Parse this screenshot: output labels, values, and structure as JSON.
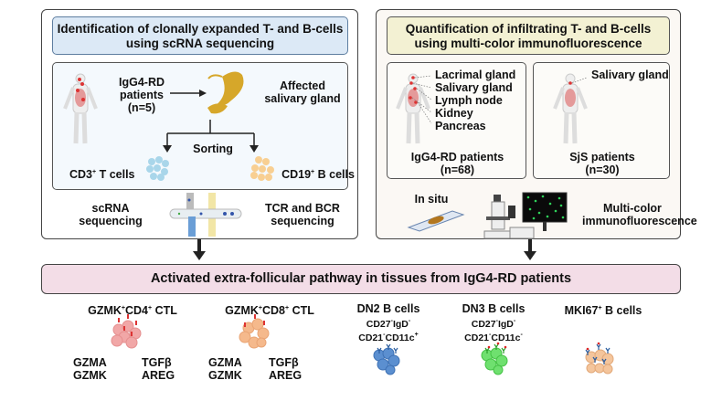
{
  "left_panel": {
    "title_line1": "Identification  of clonally expanded T- and B-cells",
    "title_line2": "using scRNA sequencing",
    "patients_line1": "IgG4-RD",
    "patients_line2": "patients",
    "patients_line3": "(n=5)",
    "affected_line1": "Affected",
    "affected_line2": "salivary gland",
    "sorting": "Sorting",
    "t_cells": {
      "prefix": "CD3",
      "sup": "+",
      "suffix": " T cells"
    },
    "b_cells": {
      "prefix": "CD19",
      "sup": "+",
      "suffix": " B cells"
    },
    "scrna_line1": "scRNA",
    "scrna_line2": "sequencing",
    "tcr_line1": "TCR and BCR",
    "tcr_line2": "sequencing"
  },
  "right_panel": {
    "title_line1": "Quantification of infiltrating T- and B-cells",
    "title_line2": "using multi-color immunofluorescence",
    "igg4_organs": [
      "Lacrimal gland",
      "Salivary gland",
      "Lymph node",
      "Kidney",
      "Pancreas"
    ],
    "igg4_patients_line1": "IgG4-RD patients",
    "igg4_patients_line2": "(n=68)",
    "sjs_organ": "Salivary gland",
    "sjs_patients_line1": "SjS patients",
    "sjs_patients_line2": "(n=30)",
    "in_situ": "In situ",
    "mif_line1": "Multi-color",
    "mif_line2": "immunofluorescence"
  },
  "banner": {
    "text": "Activated extra-follicular pathway in tissues from IgG4-RD patients"
  },
  "cell_types": [
    {
      "name_parts": [
        "GZMK",
        "+",
        "CD4",
        "+",
        " CTL"
      ],
      "left_markers": [
        "GZMA",
        "GZMK"
      ],
      "right_markers": [
        "TGFβ",
        "AREG"
      ],
      "color": "#f1a7a7"
    },
    {
      "name_parts": [
        "GZMK",
        "+",
        "CD8",
        "+",
        " CTL"
      ],
      "left_markers": [
        "GZMA",
        "GZMK"
      ],
      "right_markers": [
        "TGFβ",
        "AREG"
      ],
      "color": "#f5b98c"
    },
    {
      "name": "DN2 B cells",
      "markers_line1": [
        "CD27",
        "-",
        "IgD",
        "-"
      ],
      "markers_line2": [
        "CD21",
        "-",
        "CD11c",
        "+"
      ],
      "color": "#5b8fd0"
    },
    {
      "name": "DN3 B cells",
      "markers_line1": [
        "CD27",
        "-",
        "IgD",
        "-"
      ],
      "markers_line2": [
        "CD21",
        "-",
        "CD11c",
        "-"
      ],
      "color": "#6fe06f"
    },
    {
      "name_parts": [
        "MKI67",
        "+",
        " B cells"
      ],
      "color": "#f4c59c"
    }
  ]
}
